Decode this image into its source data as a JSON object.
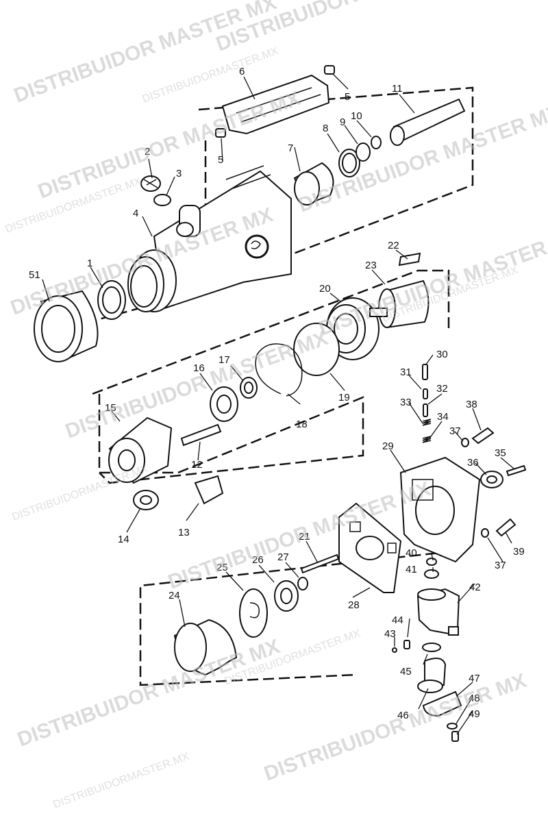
{
  "watermark": {
    "large": "DISTRIBUIDOR MASTER MX",
    "small": "DISTRIBUIDORMASTER.MX"
  },
  "brand_logo": "cp-logo",
  "callouts": [
    "1",
    "2",
    "3",
    "4",
    "5",
    "5",
    "6",
    "7",
    "8",
    "9",
    "10",
    "11",
    "12",
    "13",
    "14",
    "15",
    "16",
    "17",
    "18",
    "19",
    "20",
    "21",
    "22",
    "23",
    "24",
    "25",
    "26",
    "27",
    "28",
    "29",
    "30",
    "31",
    "32",
    "33",
    "34",
    "35",
    "36",
    "37",
    "37",
    "38",
    "39",
    "40",
    "41",
    "42",
    "43",
    "44",
    "45",
    "46",
    "47",
    "48",
    "49",
    "51"
  ]
}
